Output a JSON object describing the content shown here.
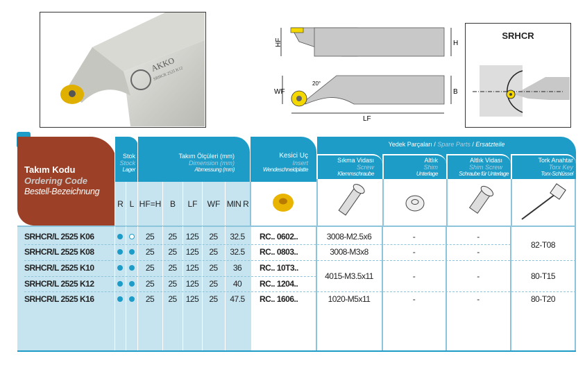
{
  "photo": {
    "brand": "AKKO",
    "engraving": "SRHCR 2525 K12"
  },
  "drawing": {
    "labels": {
      "hf": "HF",
      "h": "H",
      "wf": "WF",
      "b": "B",
      "lf": "LF",
      "angle": "20°"
    }
  },
  "variant_box": {
    "title": "SRHCR"
  },
  "header": {
    "ordering": {
      "tr": "Takım Kodu",
      "en": "Ordering Code",
      "de": "Bestell-Bezeichnung"
    },
    "stock": {
      "tr": "Stok",
      "en": "Stock",
      "de": "Lager"
    },
    "dimension": {
      "tr": "Takım Ölçüleri (mm)",
      "en": "Dimension (mm)",
      "de": "Abmessung (mm)"
    },
    "insert": {
      "tr": "Kesici Uç",
      "en": "Insert",
      "de": "Wendeschneidplatte"
    },
    "spare": {
      "tr": "Yedek Parçaları",
      "en": "Spare Parts",
      "de": "Ersatzteile",
      "sep": "/"
    },
    "screw": {
      "tr": "Sıkma Vidası",
      "en": "Screw",
      "de": "Klemmschraube"
    },
    "shim": {
      "tr": "Altlık",
      "en": "Shim",
      "de": "Unterlage"
    },
    "shim_screw": {
      "tr": "Altlık Vidası",
      "en": "Shim Screw",
      "de": "Schraube für Unterlage"
    },
    "key": {
      "tr": "Tork Anahtar",
      "en": "Torx Key",
      "de": "Torx-Schlüssel"
    },
    "columns": [
      "R",
      "L",
      "HF=H",
      "B",
      "LF",
      "WF",
      "MIN R"
    ]
  },
  "colors": {
    "brown": "#9c4128",
    "blue": "#1e9cc8",
    "light_blue": "#c5e4f0",
    "insert_yellow": "#e8b400"
  },
  "rows": [
    {
      "code": "SRHCR/L 2525 K06",
      "r": true,
      "l": false,
      "hf": "25",
      "b": "25",
      "lf": "125",
      "wf": "25",
      "minr": "32.5",
      "insert": "RC.. 0602.."
    },
    {
      "code": "SRHCR/L 2525 K08",
      "r": true,
      "l": true,
      "hf": "25",
      "b": "25",
      "lf": "125",
      "wf": "25",
      "minr": "32.5",
      "insert": "RC.. 0803.."
    },
    {
      "code": "SRHCR/L 2525 K10",
      "r": true,
      "l": true,
      "hf": "25",
      "b": "25",
      "lf": "125",
      "wf": "25",
      "minr": "36",
      "insert": "RC.. 10T3.."
    },
    {
      "code": "SRHCR/L 2525 K12",
      "r": true,
      "l": true,
      "hf": "25",
      "b": "25",
      "lf": "125",
      "wf": "25",
      "minr": "40",
      "insert": "RC.. 1204.."
    },
    {
      "code": "SRHCR/L 2525 K16",
      "r": true,
      "l": true,
      "hf": "25",
      "b": "25",
      "lf": "125",
      "wf": "25",
      "minr": "47.5",
      "insert": "RC.. 1606.."
    }
  ],
  "spares": {
    "screws": [
      "3008-M2.5x6",
      "3008-M3x8",
      "4015-M3.5x11",
      "1020-M5x11"
    ],
    "shims": [
      "-",
      "-",
      "-",
      "-"
    ],
    "shim_screws": [
      "-",
      "-",
      "-",
      "-"
    ],
    "keys": [
      "82-T08",
      "80-T15",
      "80-T20"
    ]
  }
}
